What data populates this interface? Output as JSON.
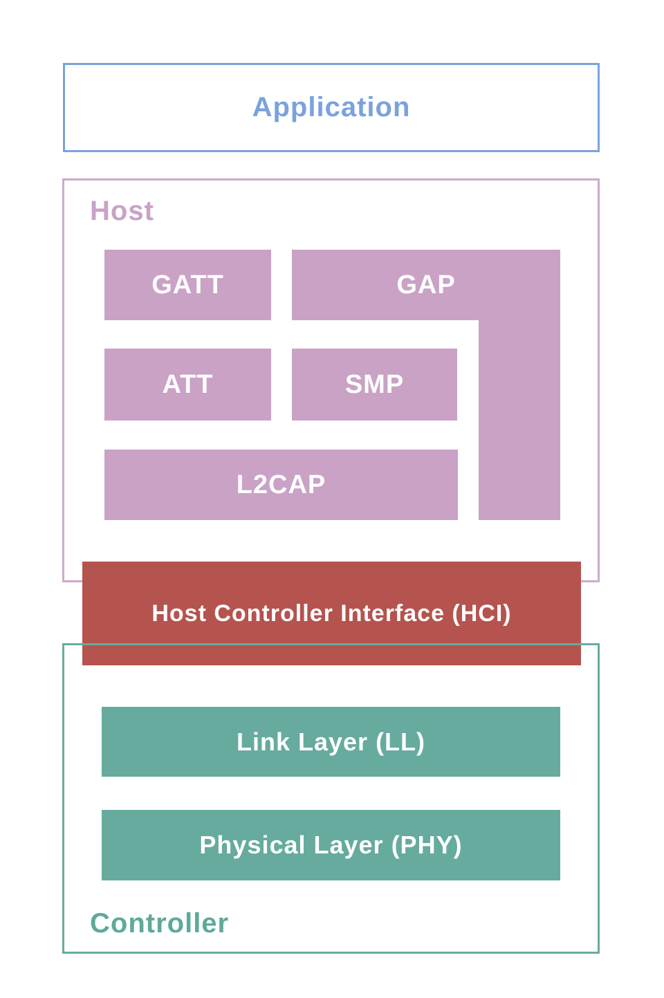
{
  "diagram": {
    "title_semantic": "Bluetooth Low Energy protocol stack",
    "application": {
      "label": "Application"
    },
    "host": {
      "label": "Host",
      "boxes": {
        "gatt": "GATT",
        "gap": "GAP",
        "att": "ATT",
        "smp": "SMP",
        "l2cap": "L2CAP"
      }
    },
    "hci": {
      "label": "Host Controller Interface (HCI)"
    },
    "controller": {
      "label": "Controller",
      "boxes": {
        "link_layer": "Link Layer (LL)",
        "phy": "Physical Layer (PHY)"
      }
    },
    "colors": {
      "application_blue": "#7aa3dd",
      "host_pink_fill": "#c9a2c6",
      "host_pink_border": "#cfa9cc",
      "hci_red": "#b5534e",
      "controller_teal_fill": "#66ab9e",
      "controller_teal_border": "#68ab9f",
      "controller_label_teal": "#5fa99b",
      "block_text_white": "#ffffff"
    }
  }
}
